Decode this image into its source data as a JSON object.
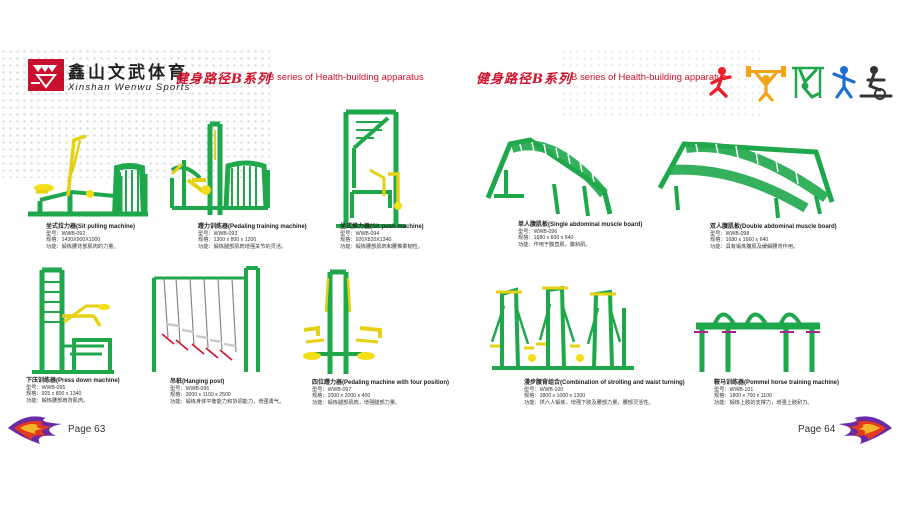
{
  "header": {
    "brand_cn": "鑫山文武体育",
    "brand_en": "Xinshan Wenwu Sports",
    "left_series_cn": "健身路径B系列",
    "left_series_en": "B series of Health-building apparatus",
    "right_series_cn": "健身路径B系列",
    "right_series_en": "B series of Health-building apparatus"
  },
  "colors": {
    "frame_green": "#1fa84b",
    "accent_yellow": "#f2df1a",
    "brand_red": "#c8102e"
  },
  "products": [
    {
      "title": "坐式拉力器(Sit pulling machine)",
      "model": "型号：WWB-092",
      "size": "规格：1430X900X1000",
      "func": "功能：锻炼腰背部肌肉的力量。"
    },
    {
      "title": "蹬力训练器(Pedaling training machine)",
      "model": "型号：WWB-093",
      "size": "规格：1300 x 800 x 1200",
      "func": "功能：锻炼腿部肌肉增强关节的灵活。"
    },
    {
      "title": "坐式推力器(Sit push machine)",
      "model": "型号：WWB-094",
      "size": "规格：920X820X1340",
      "func": "功能：锻炼腰部肌肉和腰椎柔韧性。"
    },
    {
      "title": "单人腹肌板(Single abdominal muscle board)",
      "model": "型号：WWB-096",
      "size": "规格：1680 x 600 x 640",
      "func": "功能：作用于腹直肌，腹斜肌。"
    },
    {
      "title": "双人腹肌板(Double abdominal muscle board)",
      "model": "型号：WWB-098",
      "size": "规格：1680 x 1660 x 640",
      "func": "功能：具有锻炼腹肌及缓解腰背作用。"
    },
    {
      "title": "下压训练器(Press down machine)",
      "model": "型号：WWB-095",
      "size": "规格：925 x 800 x 1340",
      "func": "功能：锻炼腰部肩背肌肉。"
    },
    {
      "title": "吊桩(Hanging post)",
      "model": "型号：WWB-096",
      "size": "规格：3000 x 1100 x 2500",
      "func": "功能：锻炼身体平衡能力和协调能力，增强勇气。"
    },
    {
      "title": "四位蹬力器(Pedaling machine with four position)",
      "model": "型号：WWB-097",
      "size": "规格：2000 x 2000 x 400",
      "func": "功能：锻炼腿部肌肉，增强腿部力量。"
    },
    {
      "title": "漫步腰背组合(Combination of strolling and waist turning)",
      "model": "型号：WWB-100",
      "size": "规格：3800 x 1000 x 1300",
      "func": "功能：供六人锻炼，增强下肢及腰部力量，腰部灵活性。"
    },
    {
      "title": "鞍马训练器(Pommel horse training machine)",
      "model": "型号：WWB-101",
      "size": "规格：1800 x 700 x 1100",
      "func": "功能：锻炼上肢的支撑力，增强上肢耐力。"
    }
  ],
  "footer": {
    "left_page": "Page 63",
    "right_page": "Page 64"
  },
  "icons": [
    "running-figure-icon",
    "weightlifting-figure-icon",
    "gymnastics-figure-icon",
    "jumping-figure-icon",
    "rowing-machine-icon"
  ]
}
